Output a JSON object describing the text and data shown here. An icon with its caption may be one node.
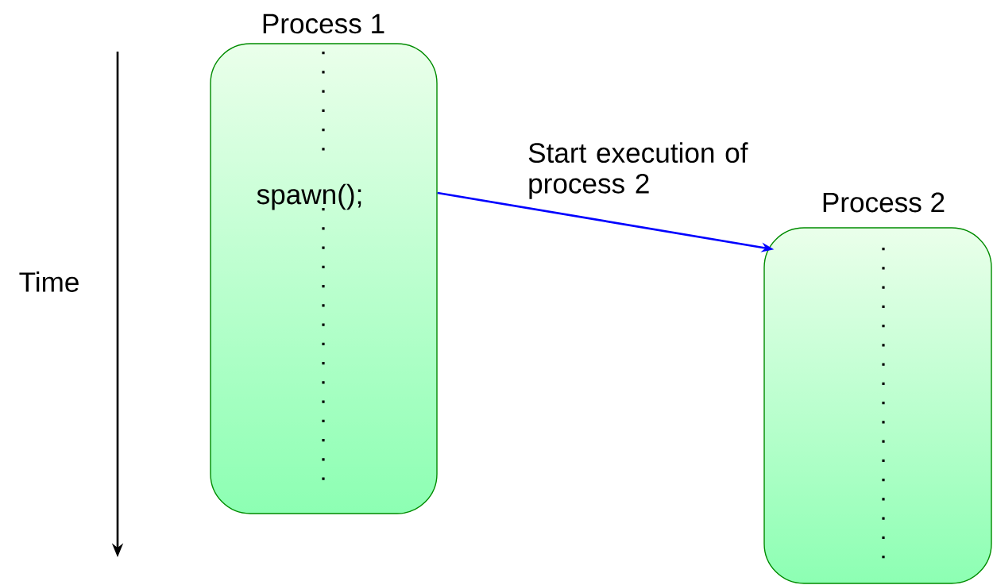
{
  "diagram": {
    "nodes": [
      {
        "text": [
          "Process 1",
          "spawn();"
        ]
      },
      {
        "text": [
          "Process 2"
        ]
      }
    ],
    "edges": [
      {
        "from": 0,
        "to": 1,
        "arrow": "to",
        "label": "Start execution of process 2",
        "color": "#0000ff"
      }
    ],
    "labels": [
      "Time"
    ]
  }
}
